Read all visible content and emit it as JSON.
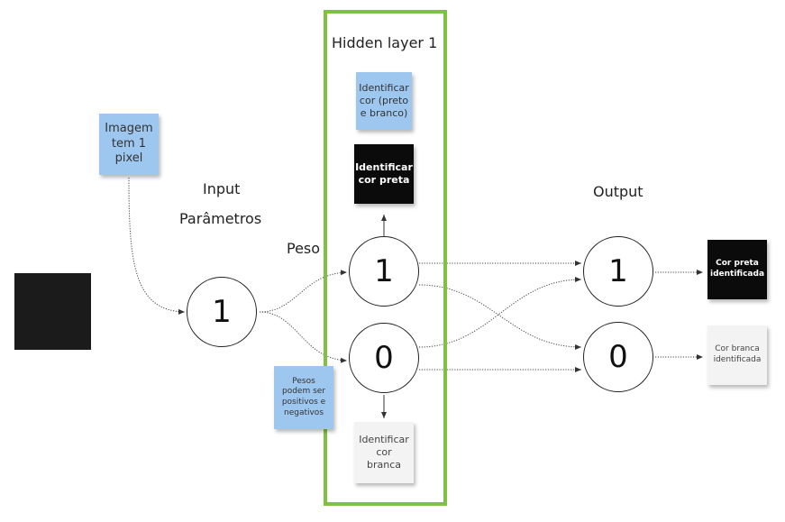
{
  "colors": {
    "hidden_layer_border": "#7fc241",
    "sticky_blue": "#9ec7ef",
    "sticky_black": "#0b0b0b",
    "sticky_white": "#f3f3f3",
    "pixel": "#1b1b1b"
  },
  "labels": {
    "hidden_layer": "Hidden layer 1",
    "input": "Input",
    "parametros": "Parâmetros",
    "peso": "Peso",
    "output": "Output"
  },
  "nodes": {
    "input": "1",
    "hidden_top": "1",
    "hidden_bottom": "0",
    "output_top": "1",
    "output_bottom": "0"
  },
  "notes": {
    "imagem": "Imagem tem 1 pixel",
    "identificar_cor": "Identificar cor (preto e branco)",
    "identificar_preta": "Identificar cor preta",
    "identificar_branca": "Identificar cor branca",
    "pesos": "Pesos podem ser positivos e negativos",
    "cor_preta_identificada": "Cor preta identificada",
    "cor_branca_identificada": "Cor branca identificada"
  }
}
